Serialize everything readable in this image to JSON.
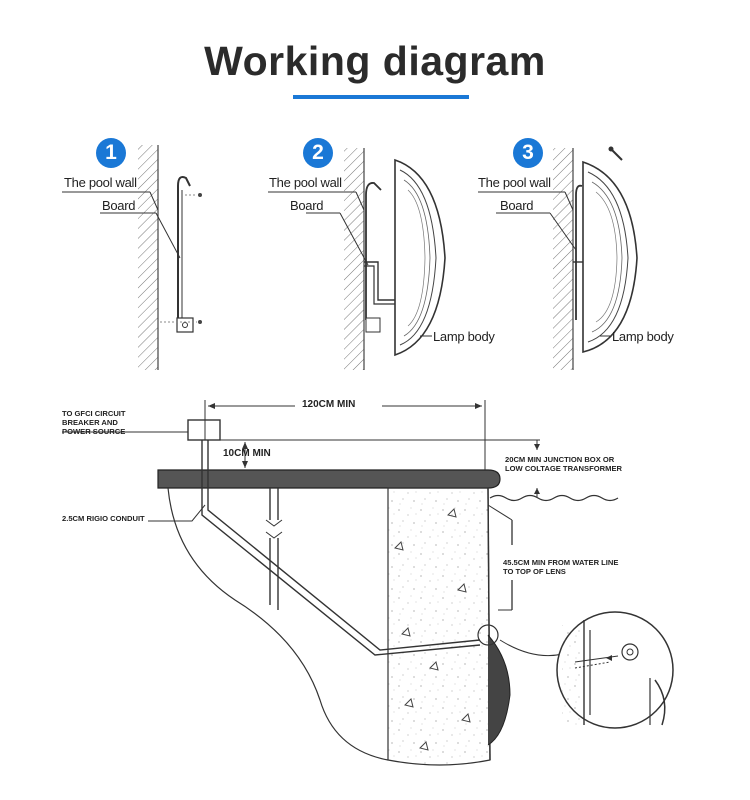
{
  "header": {
    "title": "Working diagram"
  },
  "steps": [
    {
      "number": "1",
      "wall_label": "The pool wall",
      "board_label": "Board"
    },
    {
      "number": "2",
      "wall_label": "The pool wall",
      "board_label": "Board",
      "lamp_label": "Lamp body"
    },
    {
      "number": "3",
      "wall_label": "The pool wall",
      "board_label": "Board",
      "lamp_label": "Lamp body"
    }
  ],
  "install": {
    "gfci_line1": "TO GFCI CIRCUIT",
    "gfci_line2": "BREAKER AND",
    "gfci_line3": "POWER SOURCE",
    "distance_120": "120CM MIN",
    "distance_10": "10CM MIN",
    "junction_line1": "20CM MIN JUNCTION BOX OR",
    "junction_line2": "LOW COLTAGE TRANSFORMER",
    "conduit": "2.5CM RIGIO CONDUIT",
    "waterline_line1": "45.5CM MIN FROM WATER LINE",
    "waterline_line2": "TO TOP OF LENS"
  },
  "colors": {
    "accent": "#1a78d6",
    "ink": "#2b2b2b"
  }
}
